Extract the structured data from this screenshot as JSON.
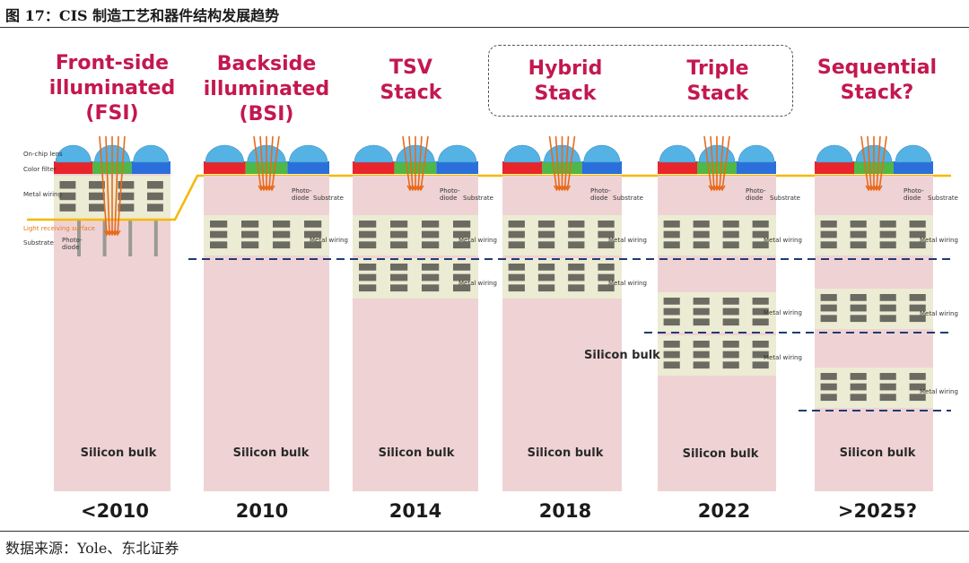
{
  "figure": {
    "title": "图 17：CIS 制造工艺和器件结构发展趋势",
    "source": "数据来源：Yole、东北证券"
  },
  "columns": [
    {
      "heading": [
        "Front-side",
        "illuminated",
        "(FSI)"
      ],
      "year": "<2010",
      "bulk": "Silicon bulk"
    },
    {
      "heading": [
        "Backside",
        "illuminated",
        "(BSI)"
      ],
      "year": "2010",
      "bulk": "Silicon bulk"
    },
    {
      "heading": [
        "TSV",
        "Stack"
      ],
      "year": "2014",
      "bulk": "Silicon bulk"
    },
    {
      "heading": [
        "Hybrid",
        "Stack"
      ],
      "year": "2018",
      "bulk": "Silicon bulk"
    },
    {
      "heading": [
        "Triple",
        "Stack"
      ],
      "year": "2022",
      "bulk": "Silicon bulk"
    },
    {
      "heading": [
        "Sequential",
        "Stack?"
      ],
      "year": ">2025?",
      "bulk": "Silicon bulk"
    }
  ],
  "labels": {
    "on_chip_lens": "On-chip lens",
    "color_filter": "Color filter",
    "metal_wiring": "Metal wiring",
    "light_receiving_surface": "Light receiving surface",
    "substrate": "Substrate",
    "photodiode_line1": "Photo-",
    "photodiode_line2": "diode",
    "silicon_bulk": "Silicon bulk"
  },
  "colors": {
    "heading": "#c3184f",
    "silicon": "#efd3d4",
    "wiring_layer": "#ecebd3",
    "lens": "#55b2e5",
    "filter_red": "#e8252b",
    "filter_green": "#4fb846",
    "filter_blue": "#2a6fdb",
    "light_line": "#f5b800",
    "light_rays": "#e86a1c",
    "bond_dash": "#1f3b73"
  }
}
